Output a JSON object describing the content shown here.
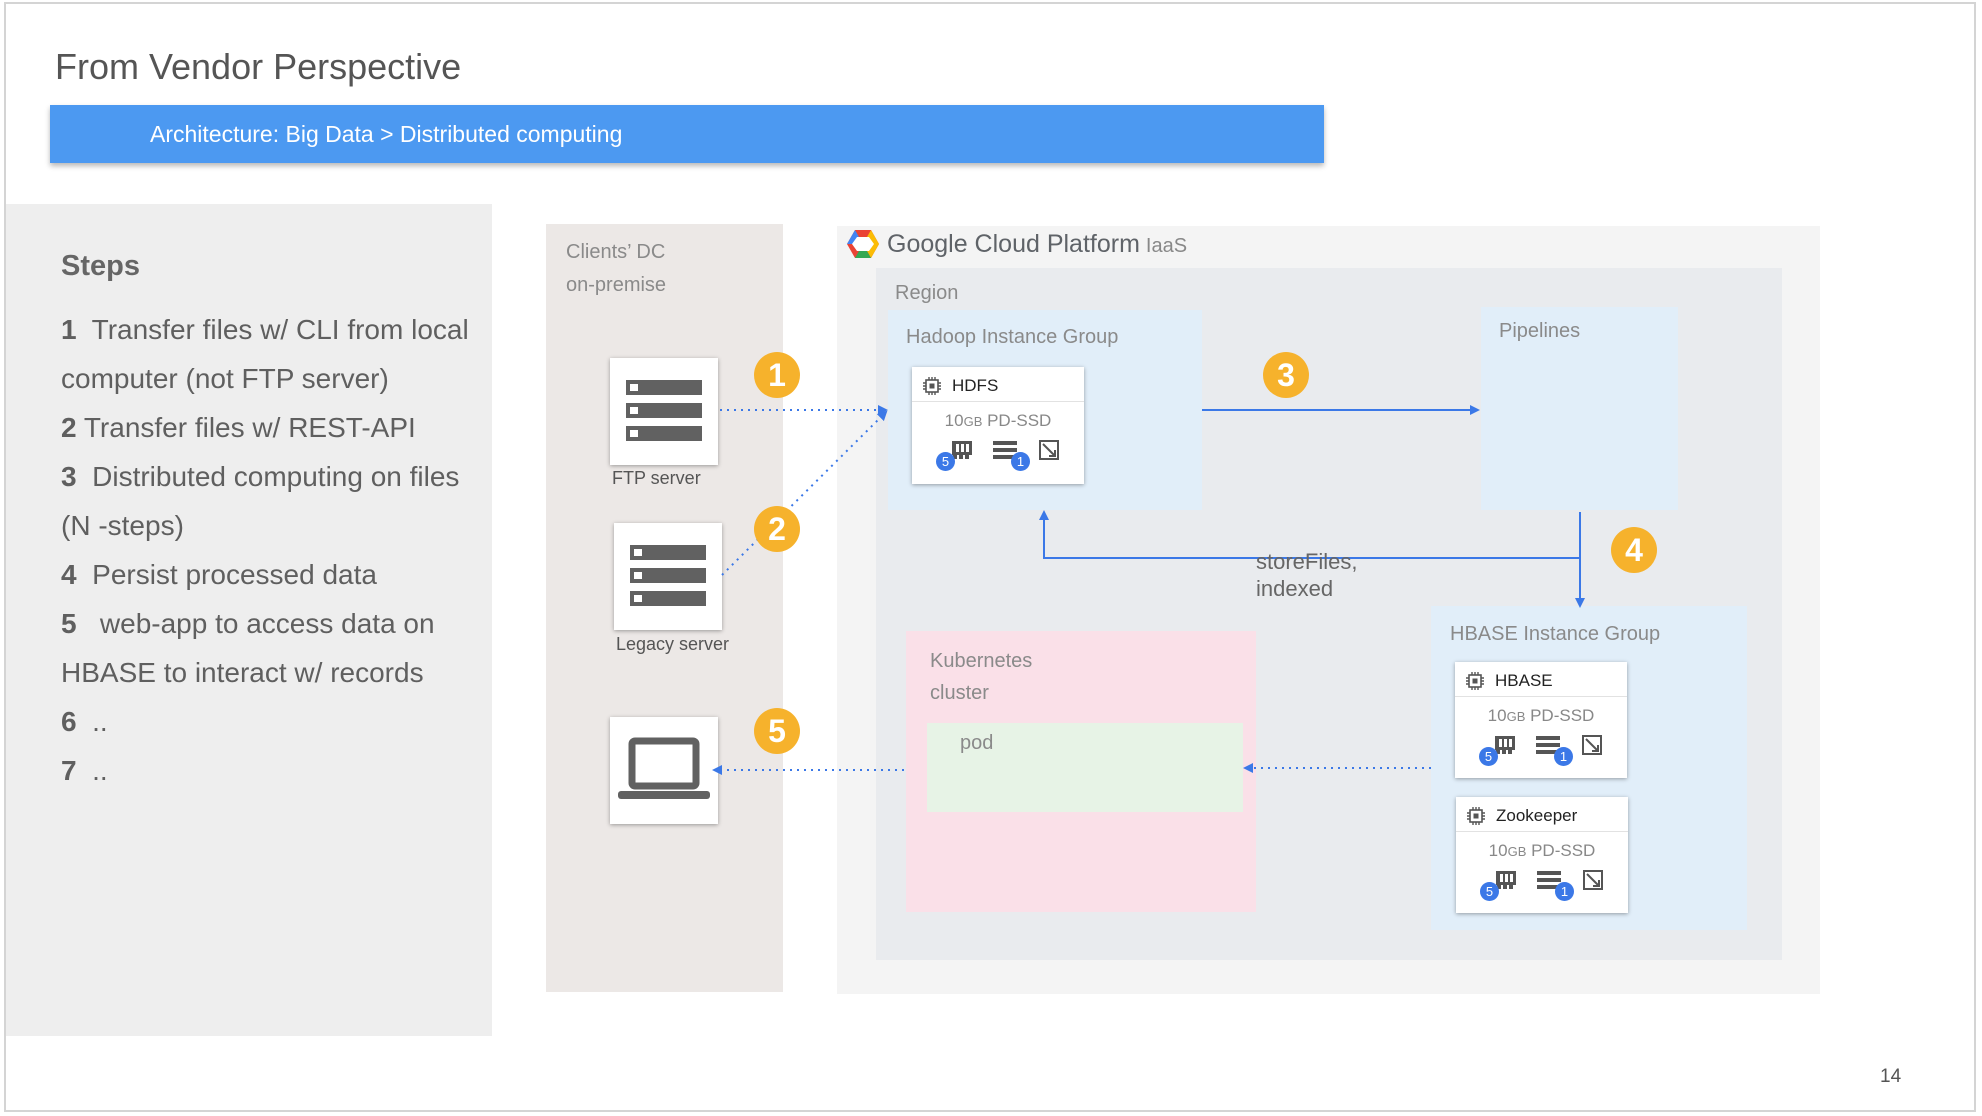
{
  "title": "From Vendor Perspective",
  "banner": "Architecture: Big Data > Distributed computing",
  "steps": {
    "heading": "Steps",
    "items": [
      {
        "num": "1",
        "text": "  Transfer files w/ CLI from local computer (not FTP server)"
      },
      {
        "num": "2",
        "text": " Transfer files w/ REST-API"
      },
      {
        "num": "3",
        "text": "  Distributed computing on files (N -steps)"
      },
      {
        "num": "4",
        "text": "  Persist processed data"
      },
      {
        "num": "5",
        "text": "   web-app to access data on HBASE to interact w/ records"
      },
      {
        "num": "6",
        "text": "  .."
      },
      {
        "num": "7",
        "text": "  .."
      }
    ]
  },
  "page_number": "14",
  "clients_dc": {
    "line1": "Clients’ DC",
    "line2": "on-premise"
  },
  "servers": {
    "ftp": "FTP server",
    "legacy": "Legacy server"
  },
  "gcp": {
    "name": "Google Cloud Platform",
    "suffix": "IaaS"
  },
  "region": "Region",
  "groups": {
    "hadoop": "Hadoop Instance Group",
    "pipelines": "Pipelines",
    "hbase": "HBASE Instance Group",
    "kubernetes_line1": "Kubernetes",
    "kubernetes_line2": "cluster",
    "pod": "pod"
  },
  "cards": [
    {
      "name": "HDFS",
      "size": "10",
      "unit": "GB",
      "disk": " PD-SSD",
      "badge_a": "5",
      "badge_b": "1"
    },
    {
      "name": "HBASE",
      "size": "10",
      "unit": "GB",
      "disk": " PD-SSD",
      "badge_a": "5",
      "badge_b": "1"
    },
    {
      "name": "Zookeeper",
      "size": "10",
      "unit": "GB",
      "disk": " PD-SSD",
      "badge_a": "5",
      "badge_b": "1"
    }
  ],
  "markers": [
    "1",
    "2",
    "3",
    "4",
    "5"
  ],
  "flow_label": {
    "line1": "storeFiles,",
    "line2": "indexed"
  },
  "colors": {
    "banner": "#4c99f1",
    "marker": "#f6b22c",
    "arrow": "#3b78e7",
    "badge": "#3b78e7"
  }
}
